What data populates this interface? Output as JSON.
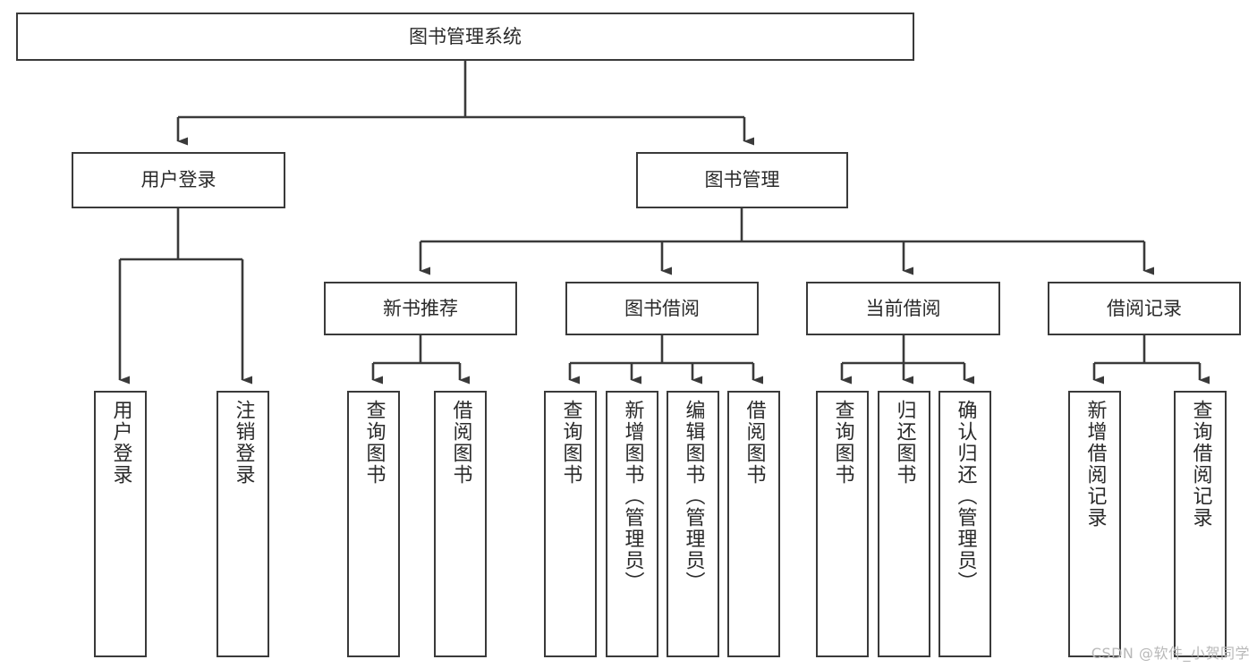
{
  "diagram": {
    "title": "图书管理系统",
    "type": "hierarchy-tree",
    "orientation": "top-down",
    "watermark": "CSDN @软件_小贺同学",
    "colors": {
      "box_border": "#3a3a3a",
      "box_fill": "#ffffff",
      "line": "#3a3a3a",
      "text": "#2a2a2a",
      "watermark": "#b8b8b8",
      "background": "#ffffff"
    },
    "nodes": {
      "root": {
        "id": "root",
        "label": "图书管理系统",
        "level": 1,
        "text_mode": "horizontal"
      },
      "l2": [
        {
          "id": "user-login",
          "label": "用户登录",
          "level": 2,
          "text_mode": "horizontal"
        },
        {
          "id": "book-manage",
          "label": "图书管理",
          "level": 2,
          "text_mode": "horizontal"
        }
      ],
      "l3": [
        {
          "id": "new-book-rec",
          "label": "新书推荐",
          "level": 3,
          "text_mode": "horizontal"
        },
        {
          "id": "book-borrow",
          "label": "图书借阅",
          "level": 3,
          "text_mode": "horizontal"
        },
        {
          "id": "current-borrow",
          "label": "当前借阅",
          "level": 3,
          "text_mode": "horizontal"
        },
        {
          "id": "borrow-record",
          "label": "借阅记录",
          "level": 3,
          "text_mode": "horizontal"
        }
      ],
      "leaves": [
        {
          "id": "leaf-user-login",
          "label": "用户登录",
          "parent": "user-login",
          "text_mode": "vertical"
        },
        {
          "id": "leaf-user-logout",
          "label": "注销登录",
          "parent": "user-login",
          "text_mode": "vertical"
        },
        {
          "id": "leaf-rec-query",
          "label": "查询图书",
          "parent": "new-book-rec",
          "text_mode": "vertical"
        },
        {
          "id": "leaf-rec-borrow",
          "label": "借阅图书",
          "parent": "new-book-rec",
          "text_mode": "vertical"
        },
        {
          "id": "leaf-borrow-query",
          "label": "查询图书",
          "parent": "book-borrow",
          "text_mode": "vertical"
        },
        {
          "id": "leaf-borrow-add",
          "label": "新增图书（管理员）",
          "parent": "book-borrow",
          "text_mode": "vertical"
        },
        {
          "id": "leaf-borrow-edit",
          "label": "编辑图书（管理员）",
          "parent": "book-borrow",
          "text_mode": "vertical"
        },
        {
          "id": "leaf-borrow-do",
          "label": "借阅图书",
          "parent": "book-borrow",
          "text_mode": "vertical"
        },
        {
          "id": "leaf-cur-query",
          "label": "查询图书",
          "parent": "current-borrow",
          "text_mode": "vertical"
        },
        {
          "id": "leaf-cur-return",
          "label": "归还图书",
          "parent": "current-borrow",
          "text_mode": "vertical"
        },
        {
          "id": "leaf-cur-confirm",
          "label": "确认归还（管理员）",
          "parent": "current-borrow",
          "text_mode": "vertical"
        },
        {
          "id": "leaf-rec-add",
          "label": "新增借阅记录",
          "parent": "borrow-record",
          "text_mode": "vertical"
        },
        {
          "id": "leaf-rec-query2",
          "label": "查询借阅记录",
          "parent": "borrow-record",
          "text_mode": "vertical"
        }
      ]
    },
    "edges": [
      {
        "from": "root",
        "to": "user-login"
      },
      {
        "from": "root",
        "to": "book-manage"
      },
      {
        "from": "user-login",
        "to": "leaf-user-login"
      },
      {
        "from": "user-login",
        "to": "leaf-user-logout"
      },
      {
        "from": "book-manage",
        "to": "new-book-rec"
      },
      {
        "from": "book-manage",
        "to": "book-borrow"
      },
      {
        "from": "book-manage",
        "to": "current-borrow"
      },
      {
        "from": "book-manage",
        "to": "borrow-record"
      },
      {
        "from": "new-book-rec",
        "to": "leaf-rec-query"
      },
      {
        "from": "new-book-rec",
        "to": "leaf-rec-borrow"
      },
      {
        "from": "book-borrow",
        "to": "leaf-borrow-query"
      },
      {
        "from": "book-borrow",
        "to": "leaf-borrow-add"
      },
      {
        "from": "book-borrow",
        "to": "leaf-borrow-edit"
      },
      {
        "from": "book-borrow",
        "to": "leaf-borrow-do"
      },
      {
        "from": "current-borrow",
        "to": "leaf-cur-query"
      },
      {
        "from": "current-borrow",
        "to": "leaf-cur-return"
      },
      {
        "from": "current-borrow",
        "to": "leaf-cur-confirm"
      },
      {
        "from": "borrow-record",
        "to": "leaf-rec-add"
      },
      {
        "from": "borrow-record",
        "to": "leaf-rec-query2"
      }
    ]
  }
}
